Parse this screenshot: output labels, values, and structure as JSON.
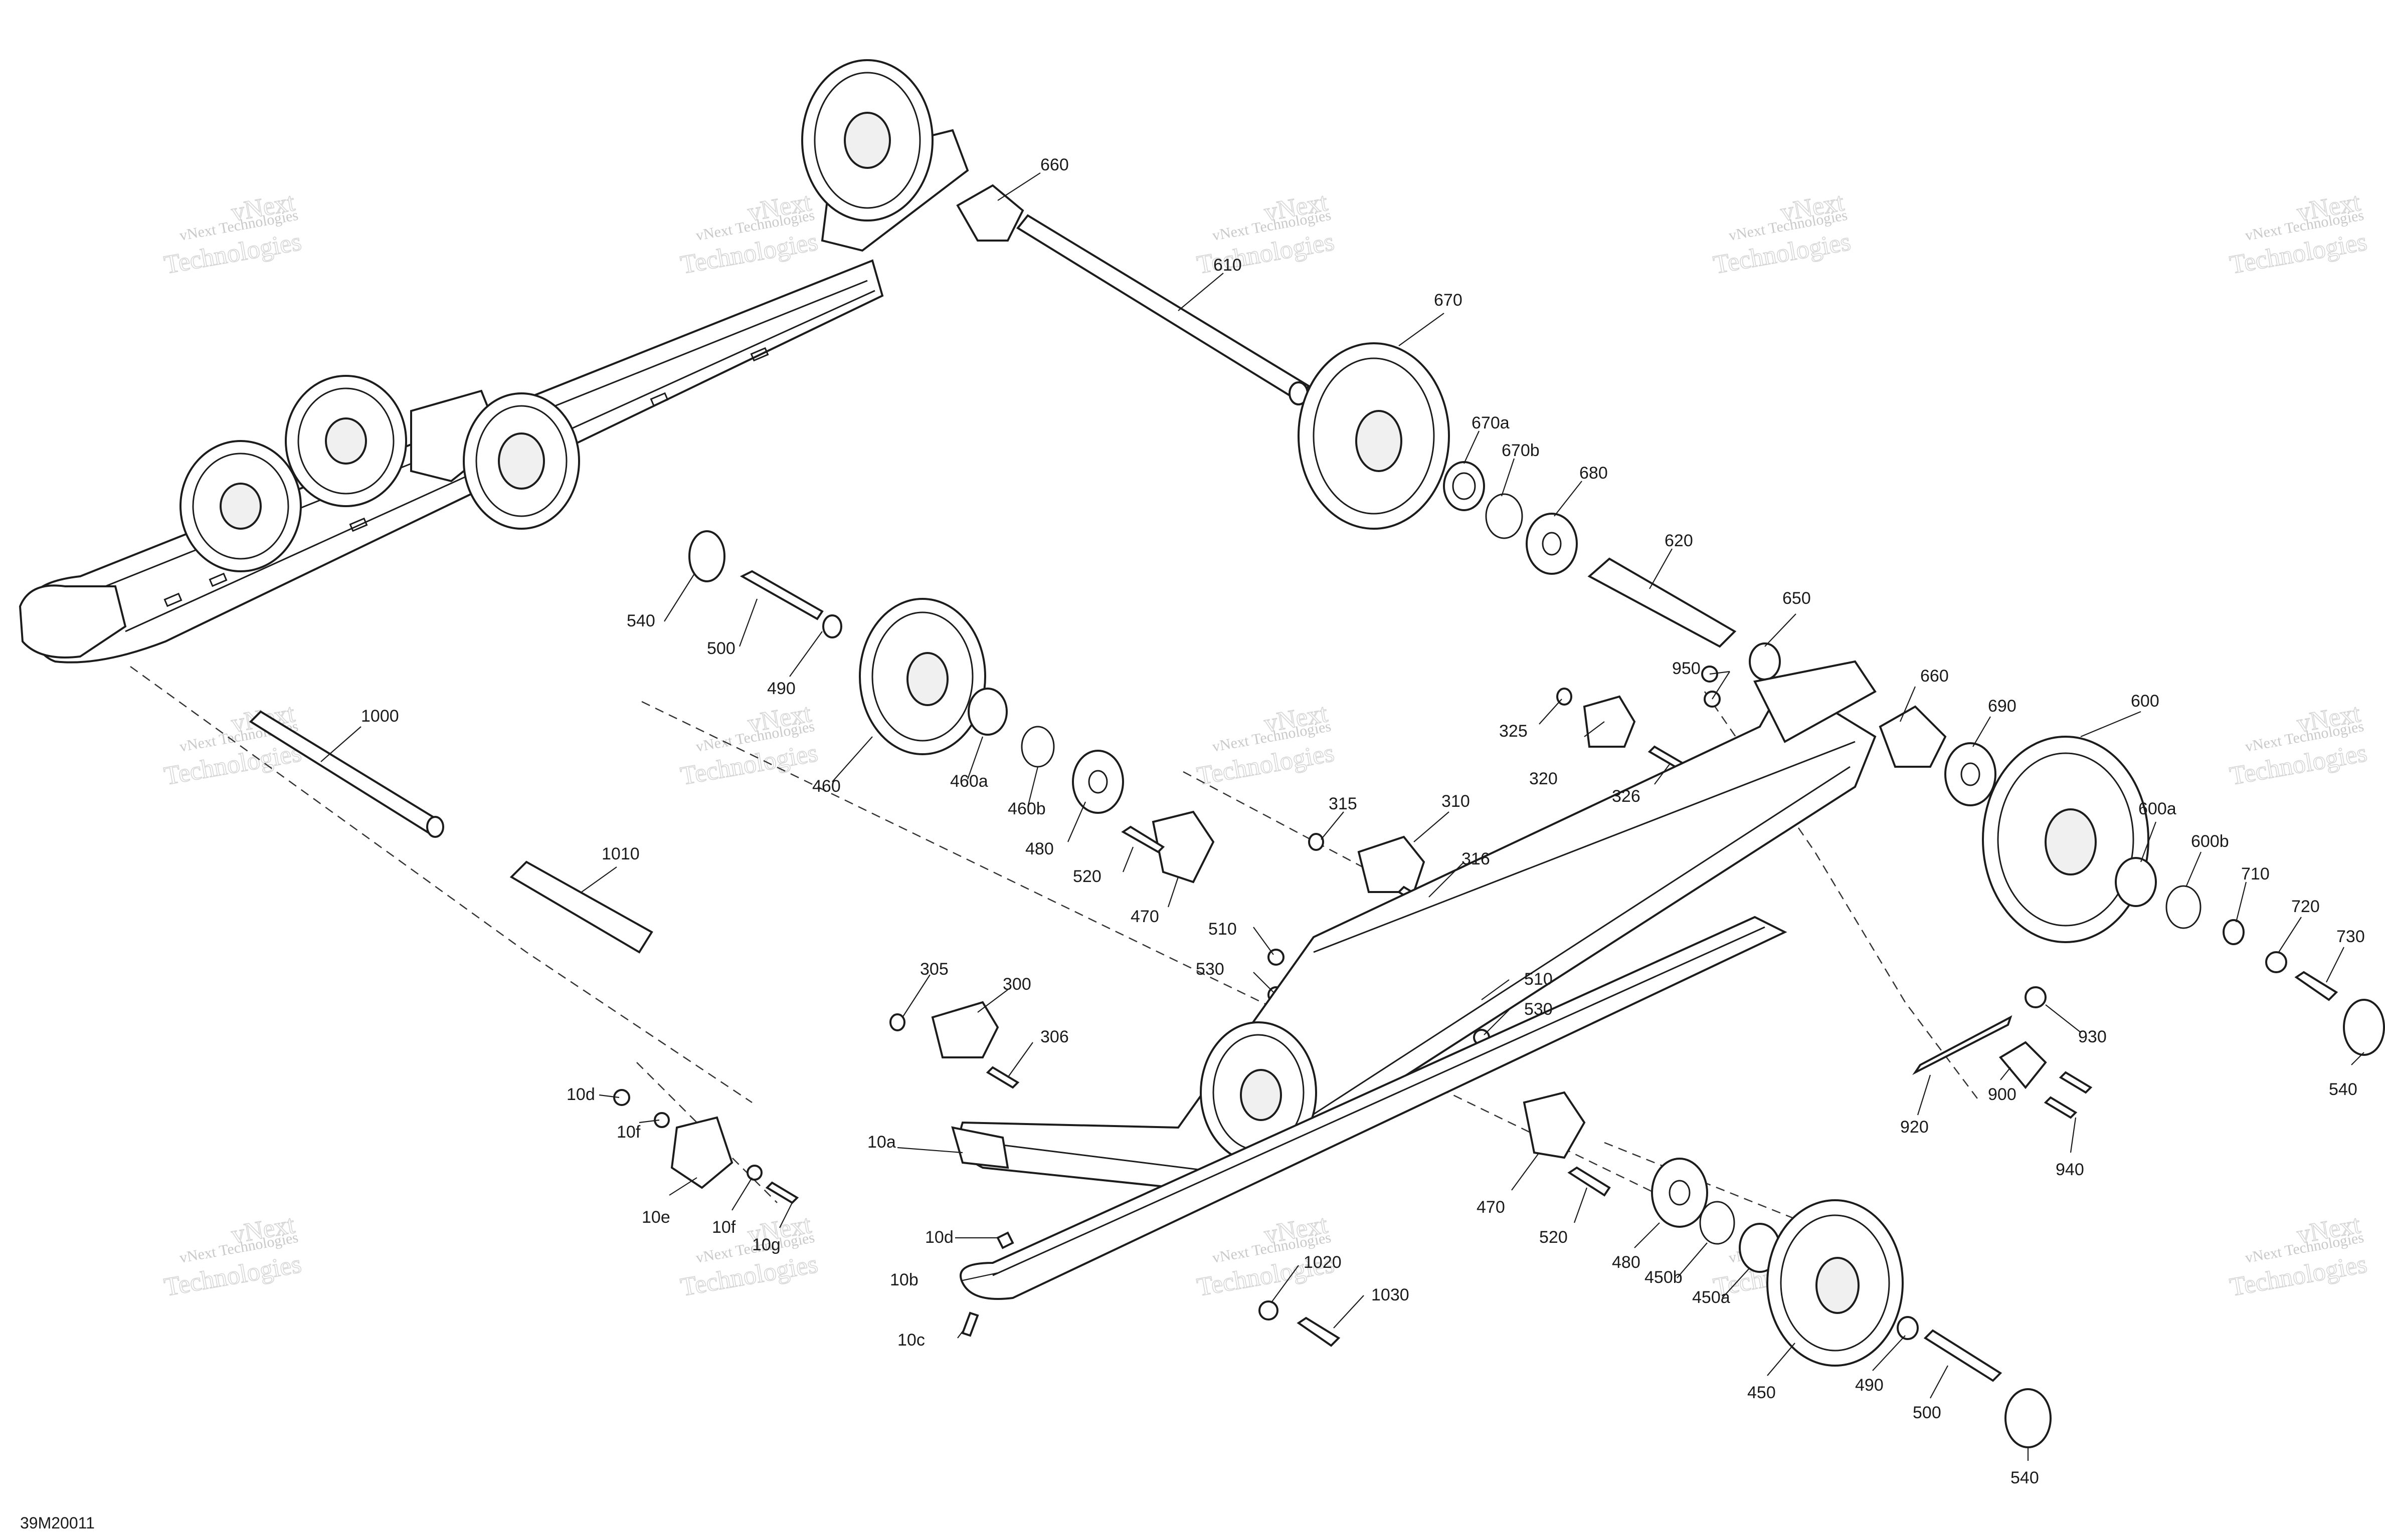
{
  "drawing_code": "39M20011",
  "watermark": {
    "line1": "vNext Technologies",
    "line2a": "vNext",
    "line2b": "Technologies"
  },
  "callouts": [
    "660",
    "610",
    "670",
    "670a",
    "670b",
    "680",
    "620",
    "650",
    "660",
    "690",
    "600",
    "600a",
    "600b",
    "710",
    "720",
    "730",
    "540",
    "930",
    "920",
    "900",
    "940",
    "540",
    "500",
    "490",
    "460",
    "460a",
    "460b",
    "480",
    "520",
    "470",
    "315",
    "310",
    "316",
    "325",
    "320",
    "326",
    "950",
    "1000",
    "1010",
    "305",
    "300",
    "306",
    "510",
    "530",
    "510",
    "530",
    "10d",
    "10f",
    "10e",
    "10f",
    "10g",
    "10a",
    "10d",
    "10b",
    "10c",
    "1020",
    "1030",
    "470",
    "520",
    "480",
    "450b",
    "450a",
    "450",
    "490",
    "500",
    "540"
  ]
}
